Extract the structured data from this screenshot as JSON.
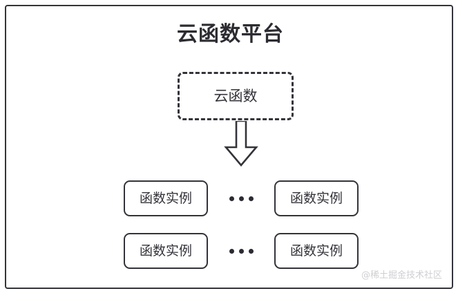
{
  "diagram": {
    "title": "云函数平台",
    "function_box": {
      "label": "云函数",
      "border_style": "dashed"
    },
    "arrow": {
      "icon": "down-block-arrow",
      "direction": "down"
    },
    "instance_rows": [
      {
        "left_box": "函数实例",
        "ellipsis": "...",
        "right_box": "函数实例"
      },
      {
        "left_box": "函数实例",
        "ellipsis": "...",
        "right_box": "函数实例"
      }
    ],
    "watermark": "@稀土掘金技术社区",
    "colors": {
      "stroke": "#33333a",
      "text": "#2b2b31",
      "background": "#ffffff",
      "watermark": "#cfcfd3"
    }
  }
}
